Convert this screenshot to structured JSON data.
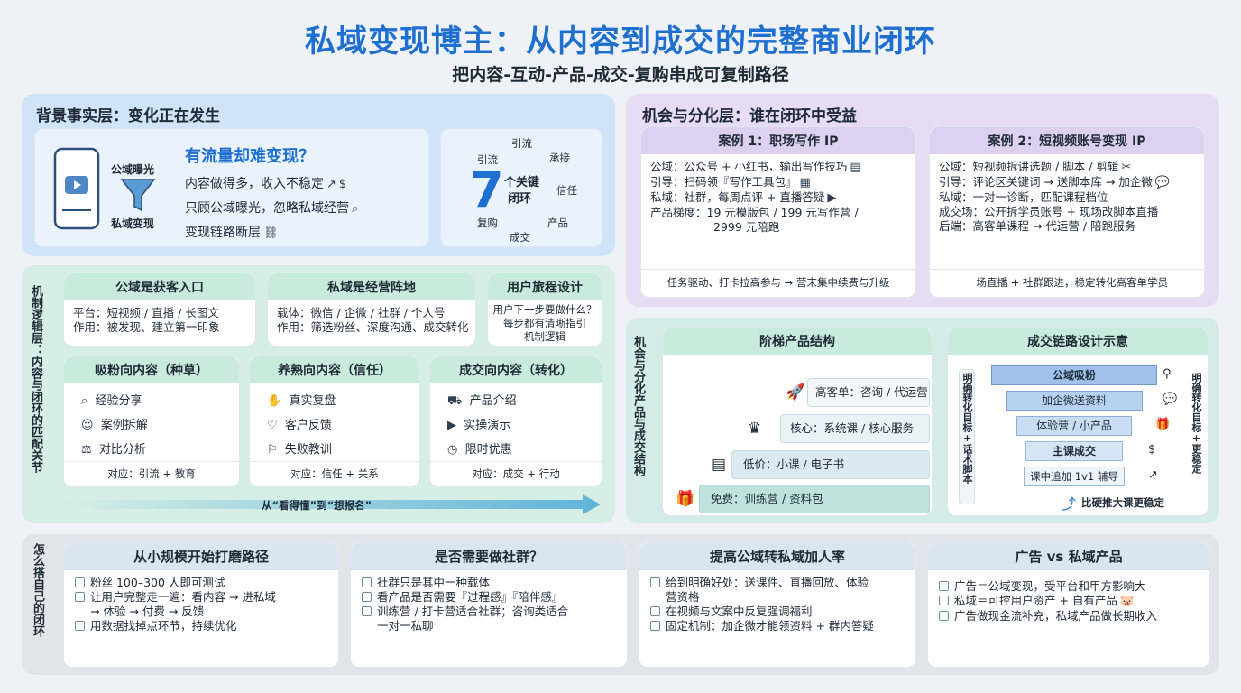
{
  "header": {
    "title_a": "私域变现博主：从内容到成交的",
    "title_b": "完整商业闭环",
    "subtitle": "把内容-互动-产品-成交-复购串成可复制路径"
  },
  "background": {
    "title": "背景事实层：变化正在发生",
    "phone_label_top": "公域曝光",
    "phone_label_bottom": "私域变现",
    "question": "有流量却难变现？",
    "points": [
      "内容做得多，收入不稳定",
      "只顾公域曝光，忽略私域经营",
      "变现链路断层"
    ],
    "loop_number": "7",
    "loop_text_1": "个关键",
    "loop_text_2": "闭环",
    "loop_steps": [
      "引流",
      "承接",
      "信任",
      "产品",
      "成交",
      "复购",
      "引流"
    ]
  },
  "opportunity": {
    "title": "机会与分化层：谁在闭环中受益",
    "case1": {
      "title": "案例 1：职场写作 IP",
      "rows": [
        "公域：公众号 + 小红书，输出写作技巧",
        "引导：扫码领『写作工具包』",
        "私域：社群，每周点评 + 直播答疑",
        "产品梯度：19 元模版包 / 199 元写作营 /",
        "2999 元陪跑"
      ],
      "footer": "任务驱动、打卡拉高参与 → 营末集中续费与升级"
    },
    "case2": {
      "title": "案例 2：短视频账号变现 IP",
      "rows": [
        "公域：短视频拆讲选题 / 脚本 / 剪辑",
        "引导：评论区关键词 → 送脚本库 → 加企微",
        "私域：一对一诊断，匹配课程档位",
        "成交场：公开拆学员账号 + 现场改脚本直播",
        "后端：高客单课程 → 代运营 / 陪跑服务"
      ],
      "footer": "一场直播 + 社群跟进，稳定转化高客单学员"
    }
  },
  "mechanism": {
    "side_label": "机制逻辑层：内容与闭环的匹配关节",
    "public": {
      "title": "公域是获客入口",
      "rows": [
        "平台：短视频 / 直播 / 长图文",
        "作用：被发现、建立第一印象"
      ]
    },
    "private": {
      "title": "私域是经营阵地",
      "rows": [
        "载体：微信 / 企微 / 社群 / 个人号",
        "作用：筛选粉丝、深度沟通、成交转化"
      ]
    },
    "journey": {
      "title": "用户旅程设计",
      "rows": [
        "用户下一步要做什么？",
        "每步都有清晰指引",
        "机制逻辑"
      ]
    },
    "content1": {
      "title": "吸粉向内容（种草）",
      "items": [
        "经验分享",
        "案例拆解",
        "对比分析"
      ],
      "footer": "对应：引流 + 教育"
    },
    "content2": {
      "title": "养熟向内容（信任）",
      "items": [
        "真实复盘",
        "客户反馈",
        "失败教训"
      ],
      "footer": "对应：信任 + 关系"
    },
    "content3": {
      "title": "成交向内容（转化）",
      "items": [
        "产品介绍",
        "实操演示",
        "限时优惠"
      ],
      "footer": "对应：成交 + 行动"
    },
    "arrow_label": "从“看得懂”到“想报名”"
  },
  "product": {
    "side_label": "机会与分化产品与成交结构",
    "ladder_title": "阶梯产品结构",
    "ladder": [
      "高客单：咨询 / 代运营",
      "核心：系统课 / 核心服务",
      "低价：小课 / 电子书",
      "免费：训练营 / 资料包"
    ],
    "funnel_title": "成交链路设计示意",
    "funnel_left": "明确转化目标+话术脚本",
    "funnel_right": "明确转化目标+更稳定",
    "funnel": [
      "公域吸粉",
      "加企微送资料",
      "体验营 / 小产品",
      "主课成交",
      "课中追加 1v1 辅导"
    ],
    "funnel_note": "比硬推大课更稳定"
  },
  "build": {
    "side_label": "怎么搭自己的闭环",
    "cards": [
      {
        "title": "从小规模开始打磨路径",
        "items": [
          "粉丝 100–300 人即可测试",
          "让用户完整走一遍：看内容 → 进私域",
          "→ 体验 → 付费 → 反馈",
          "用数据找掉点环节，持续优化"
        ]
      },
      {
        "title": "是否需要做社群？",
        "items": [
          "社群只是其中一种载体",
          "看产品是否需要『过程感』『陪伴感』",
          "训练营 / 打卡营适合社群；咨询类适合",
          "一对一私聊"
        ]
      },
      {
        "title": "提高公域转私域加人率",
        "items": [
          "给到明确好处：送课件、直播回放、体验",
          "营资格",
          "在视频与文案中反复强调福利",
          "固定机制：加企微才能领资料 + 群内答疑"
        ]
      },
      {
        "title": "广告 vs 私域产品",
        "items": [
          "广告＝公域变现，受平台和甲方影响大",
          "私域＝可控用户资产 + 自有产品",
          "广告做现金流补充，私域产品做长期收入"
        ]
      }
    ]
  },
  "colors": {
    "accent": "#1f6fd1",
    "blue_panel": "#cfe4f8",
    "purple_panel": "#e7dcf4",
    "green_panel": "#d5efe6",
    "funnel": "#b9d3f0"
  },
  "icons": [
    "phone-icon",
    "funnel-icon",
    "chart-icon",
    "money-icon",
    "search-icon",
    "broken-link-icon",
    "doc-icon",
    "qr-icon",
    "video-icon",
    "scissors-icon",
    "chat-icon",
    "rocket-icon",
    "crown-icon",
    "book-icon",
    "gift-icon",
    "magnet-icon",
    "check-icon",
    "refresh-icon",
    "piggy-icon"
  ]
}
